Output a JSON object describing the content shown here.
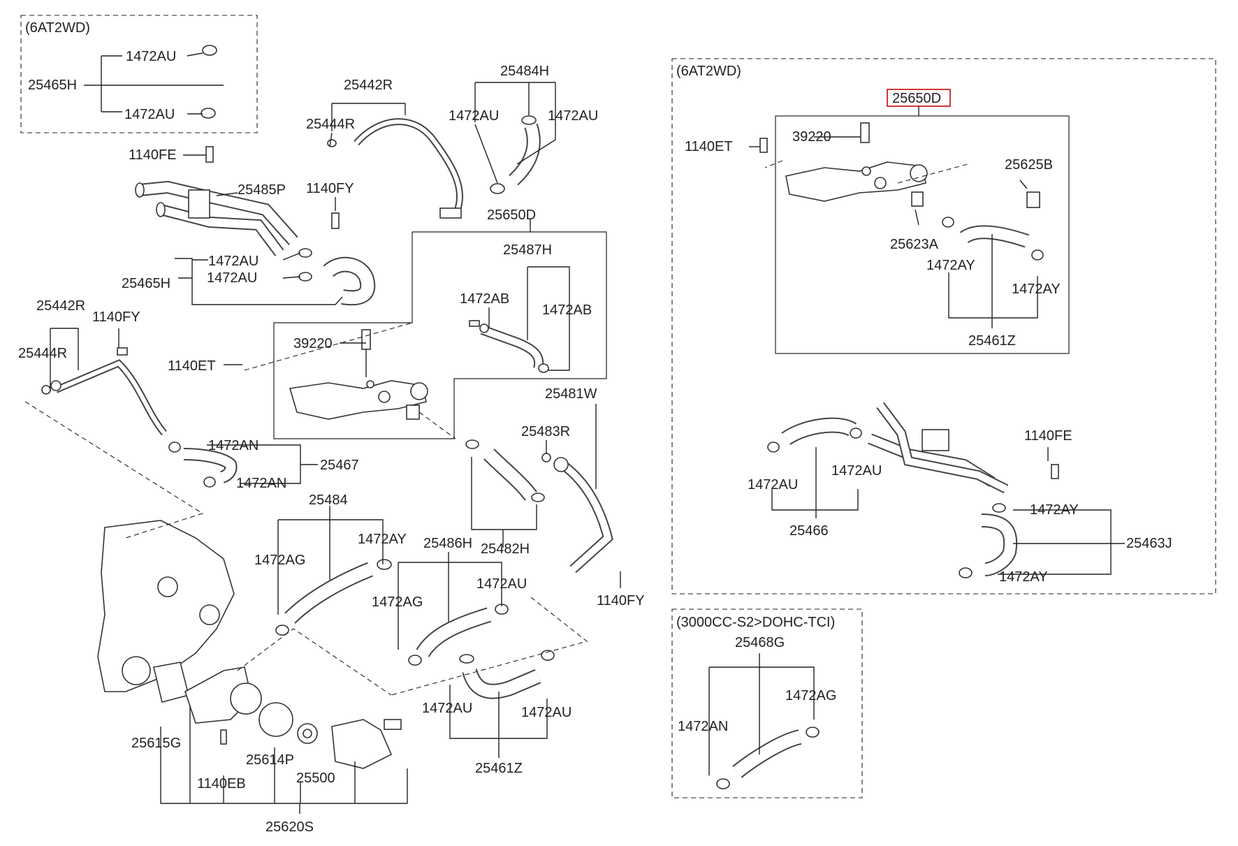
{
  "title": "",
  "highlight_color": "#cc2222",
  "line_color": "#222222",
  "groups": {
    "g1": "(6AT2WD)",
    "g2": "(6AT2WD)",
    "g3": "(3000CC-S2>DOHC-TCI)"
  },
  "parts": {
    "p1": "1472AU",
    "p2": "25465H",
    "p3": "1472AU",
    "p4": "1140FE",
    "p5": "25485P",
    "p6": "1140FY",
    "p7": "1472AU",
    "p8": "25465H",
    "p9": "1472AU",
    "p10": "25442R",
    "p11": "25444R",
    "p12": "25484H",
    "p13": "1472AU",
    "p14": "1472AU",
    "p15": "25650D",
    "p16": "25487H",
    "p17": "1472AB",
    "p18": "1472AB",
    "p19": "39220",
    "p20": "1140ET",
    "p21": "25442R",
    "p22": "1140FY",
    "p23": "25444R",
    "p24": "1472AN",
    "p25": "25467",
    "p26": "1472AN",
    "p27": "25481W",
    "p28": "25483R",
    "p29": "25482H",
    "p30": "25484",
    "p31": "1472AY",
    "p32": "1472AG",
    "p33": "25486H",
    "p34": "1472AU",
    "p35": "1472AG",
    "p36": "1140FY",
    "p37": "1472AU",
    "p38": "1472AU",
    "p39": "25461Z",
    "p40": "25615G",
    "p41": "1140EB",
    "p42": "25614P",
    "p43": "25500",
    "p44": "25620S",
    "p45": "25650D",
    "p46": "39220",
    "p47": "1140ET",
    "p48": "25625B",
    "p49": "25623A",
    "p50": "1472AY",
    "p51": "1472AY",
    "p52": "25461Z",
    "p53": "1140FE",
    "p54": "1472AU",
    "p55": "1472AU",
    "p56": "25466",
    "p57": "1472AY",
    "p58": "25463J",
    "p59": "1472AY",
    "p60": "25468G",
    "p61": "1472AG",
    "p62": "1472AN"
  }
}
